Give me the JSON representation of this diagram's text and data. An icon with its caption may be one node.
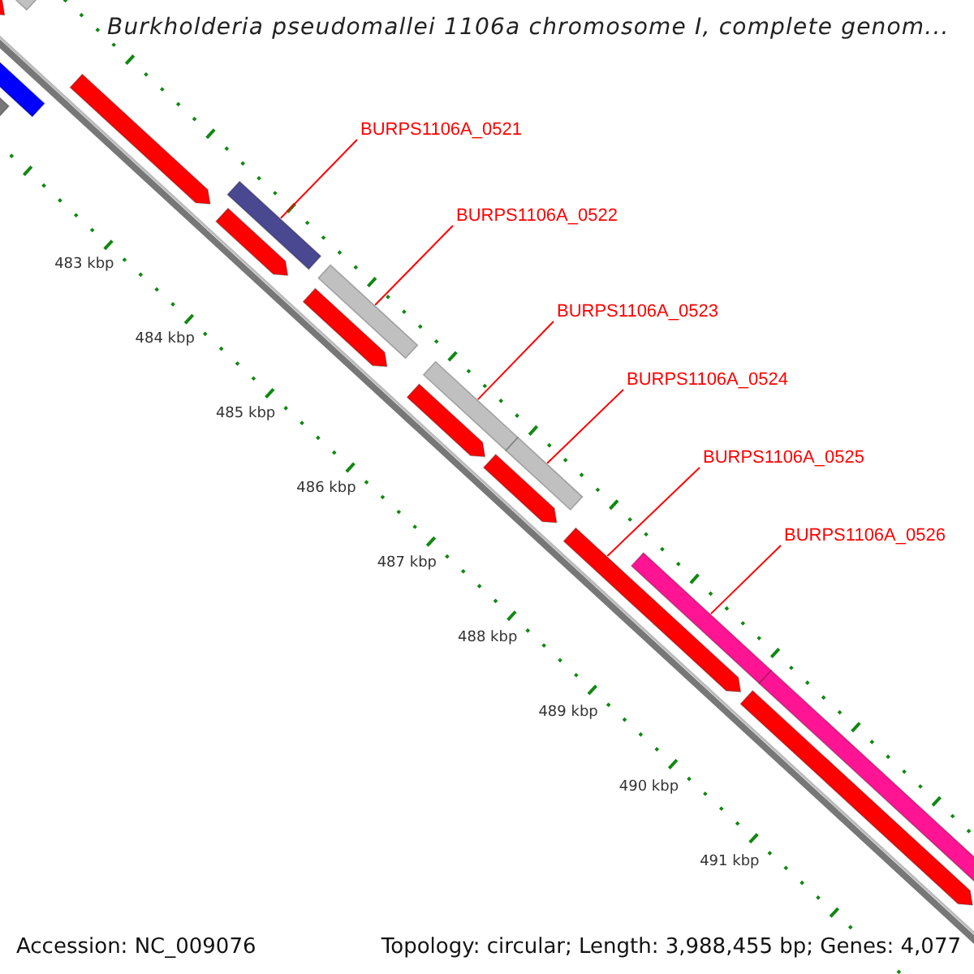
{
  "diagram": {
    "title": "Burkholderia pseudomallei 1106a chromosome I, complete genom...",
    "nodes": [
      {
        "text": [
          "BURPS1106A_0521"
        ]
      },
      {
        "text": [
          "BURPS1106A_0522"
        ]
      },
      {
        "text": [
          "BURPS1106A_0523"
        ]
      },
      {
        "text": [
          "BURPS1106A_0524"
        ]
      },
      {
        "text": [
          "BURPS1106A_0525"
        ]
      },
      {
        "text": [
          "BURPS1106A_0526"
        ]
      },
      {
        "text": [],
        "shape": "bar"
      },
      {
        "text": [],
        "shape": "bar"
      },
      {
        "text": [],
        "shape": "bar"
      },
      {
        "text": [],
        "shape": "bar"
      },
      {
        "text": [],
        "shape": "arrow"
      },
      {
        "text": [],
        "shape": "bar"
      },
      {
        "text": [],
        "shape": "bar"
      },
      {
        "text": [],
        "shape": "arrow"
      },
      {
        "text": [],
        "shape": "bar"
      },
      {
        "text": [],
        "shape": "arrow"
      },
      {
        "text": [],
        "shape": "arrow"
      },
      {
        "text": [],
        "shape": "arrow"
      },
      {
        "text": [],
        "shape": "arrow"
      },
      {
        "text": [],
        "shape": "arrow"
      },
      {
        "text": [],
        "shape": "arrow"
      },
      {
        "text": [],
        "shape": "arrow"
      },
      {
        "text": [],
        "shape": "bar"
      }
    ],
    "edges": [
      {
        "from": 0,
        "to": 6,
        "arrow": "none"
      },
      {
        "from": 1,
        "to": 7,
        "arrow": "none"
      },
      {
        "from": 2,
        "to": 8,
        "arrow": "none"
      },
      {
        "from": 3,
        "to": 9,
        "arrow": "none"
      },
      {
        "from": 4,
        "to": 10,
        "arrow": "none"
      },
      {
        "from": 5,
        "to": 11,
        "arrow": "none"
      }
    ],
    "labels": [
      "483 kbp",
      "484 kbp",
      "485 kbp",
      "486 kbp",
      "487 kbp",
      "488 kbp",
      "489 kbp",
      "490 kbp",
      "491 kbp",
      "Accession: NC_009076",
      "Topology: circular; Length: 3,988,455 bp; Genes: 4,077"
    ]
  }
}
